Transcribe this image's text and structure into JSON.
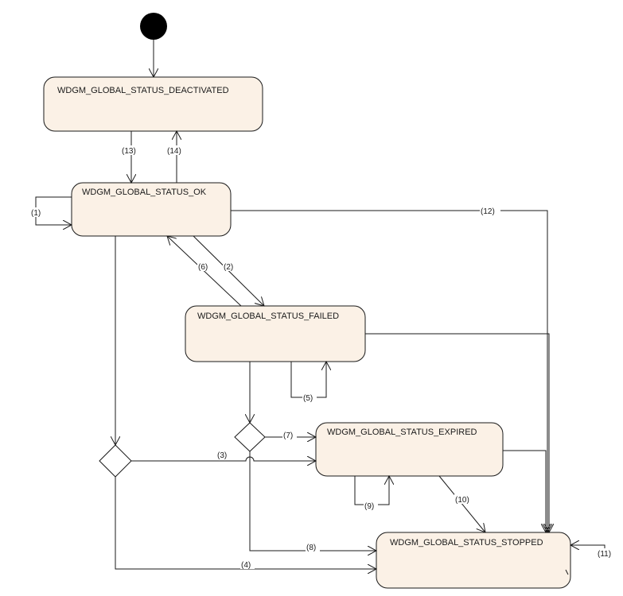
{
  "states": {
    "deactivated": "WDGM_GLOBAL_STATUS_DEACTIVATED",
    "ok": "WDGM_GLOBAL_STATUS_OK",
    "failed": "WDGM_GLOBAL_STATUS_FAILED",
    "expired": "WDGM_GLOBAL_STATUS_EXPIRED",
    "stopped": "WDGM_GLOBAL_STATUS_STOPPED"
  },
  "transitions": {
    "t1": "(1)",
    "t2": "(2)",
    "t3": "(3)",
    "t4": "(4)",
    "t5": "(5)",
    "t6": "(6)",
    "t7": "(7)",
    "t8": "(8)",
    "t9": "(9)",
    "t10": "(10)",
    "t11": "(11)",
    "t12": "(12)",
    "t13": "(13)",
    "t14": "(14)"
  },
  "colors": {
    "state_fill": "#fbf1e6",
    "line": "#1a1a1a"
  }
}
